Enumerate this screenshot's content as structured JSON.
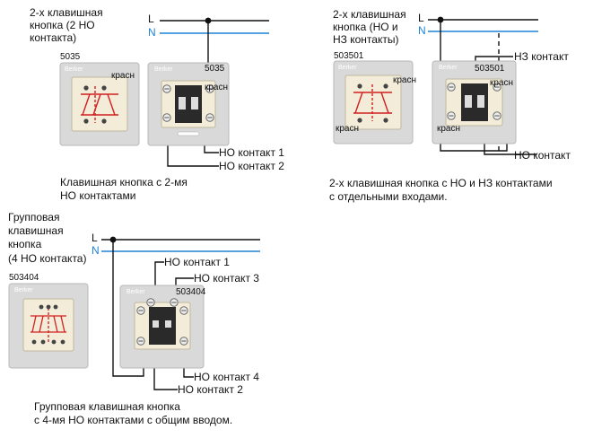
{
  "colors": {
    "line": "#111111",
    "neutral": "#1f83d6",
    "red": "#d21f1f",
    "plate": "#d6d6d6",
    "insert": "#f2ecd9"
  },
  "d1": {
    "title_lines": [
      "2-х клавишная",
      "кнопка (2 НО",
      "контакта)"
    ],
    "L": "L",
    "N": "N",
    "code_left": "5035",
    "code_right": "5035",
    "brand_left": "Berker",
    "brand_right": "Berker",
    "red_left": "красн",
    "red_right": "красн",
    "no1": "НО контакт 1",
    "no2": "НО контакт 2",
    "caption": [
      "Клавишная кнопка с 2-мя",
      "НО контактами"
    ]
  },
  "d2": {
    "title_lines": [
      "2-х клавишная",
      "кнопка (НО и",
      "НЗ контакты)"
    ],
    "L": "L",
    "N": "N",
    "code_left": "503501",
    "code_right": "503501",
    "brand_left": "Berker",
    "brand_right": "Berker",
    "nz": "НЗ контакт",
    "no": "НО контакт",
    "red_left_top": "красн",
    "red_left_bottom": "красн",
    "red_right_top": "красн",
    "red_right_bottom": "красн",
    "caption": [
      "2-х клавишная кнопка с НО и НЗ контактами",
      "с отдельными входами."
    ]
  },
  "d3": {
    "title_lines": [
      "Групповая",
      "клавишная",
      "кнопка",
      "(4 НО контакта)"
    ],
    "L": "L",
    "N": "N",
    "code_left": "503404",
    "code_right": "503404",
    "brand_left": "Berker",
    "brand_right": "Berker",
    "no1": "НО контакт 1",
    "no3": "НО контакт 3",
    "no4": "НО контакт 4",
    "no2": "НО контакт 2",
    "caption": [
      "Групповая клавишная кнопка",
      "с 4-мя НО контактами с общим вводом."
    ]
  }
}
